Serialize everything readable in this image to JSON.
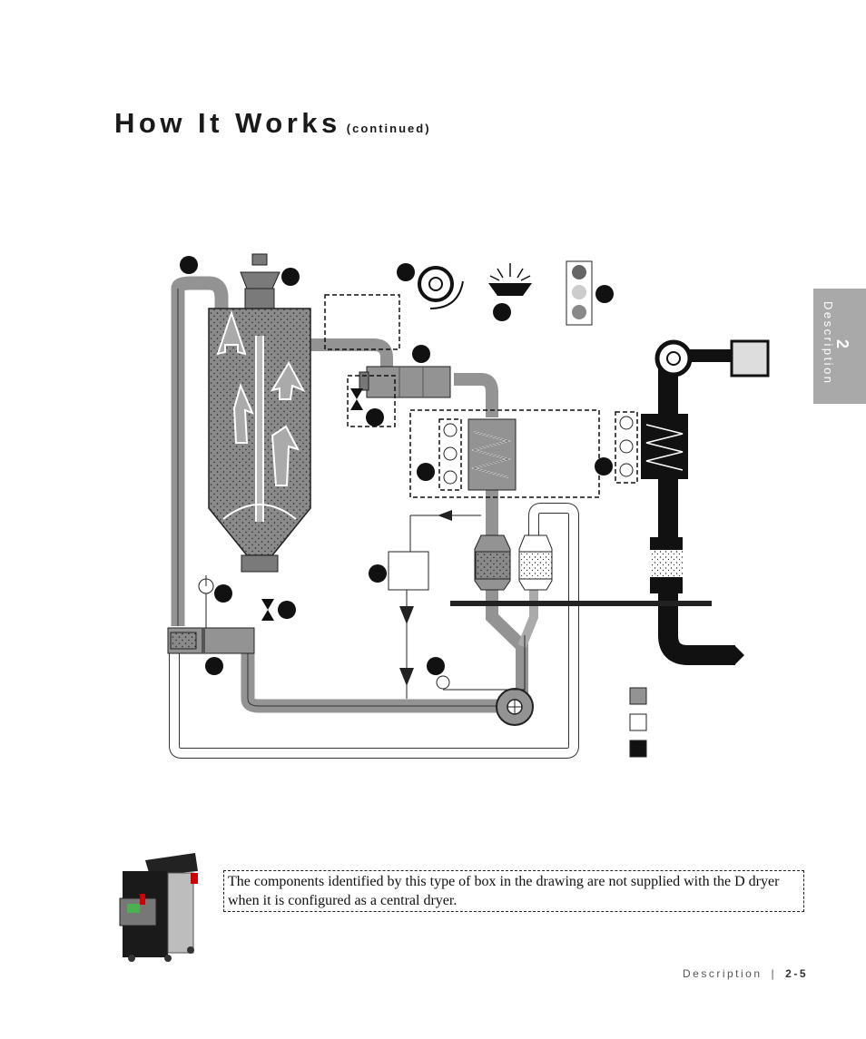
{
  "page": {
    "title": "How It Works",
    "subtitle": "(continued)",
    "section_tab_number": "2",
    "section_tab_label": "Description"
  },
  "note": {
    "text": "The components identified by this type of box in the drawing are not supplied with the D dryer when it is configured as a central dryer."
  },
  "footer": {
    "section": "Description",
    "separator": "|",
    "page_number": "2-5"
  },
  "colors": {
    "process_air": "#939393",
    "regeneration_air": "#111111",
    "cooling_air": "#ffffff",
    "callout": "#111111",
    "tab": "#a9a9a9"
  },
  "legend": {
    "swatches": [
      "gray",
      "white",
      "black"
    ]
  }
}
